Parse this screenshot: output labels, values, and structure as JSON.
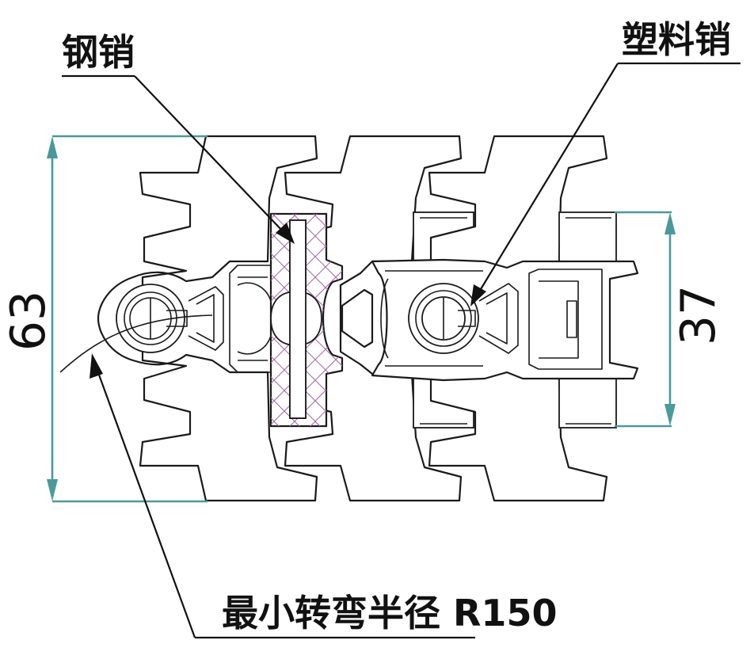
{
  "labels": {
    "steel_pin": "钢销",
    "plastic_pin": "塑料销",
    "min_turn_radius": "最小转弯半径 R150"
  },
  "dimensions": {
    "overall_height": "63",
    "inner_height": "37"
  },
  "colors": {
    "dimension_line": "#4a9a9a",
    "hatch": "#a86aa6",
    "outline": "#1a1a1a"
  }
}
